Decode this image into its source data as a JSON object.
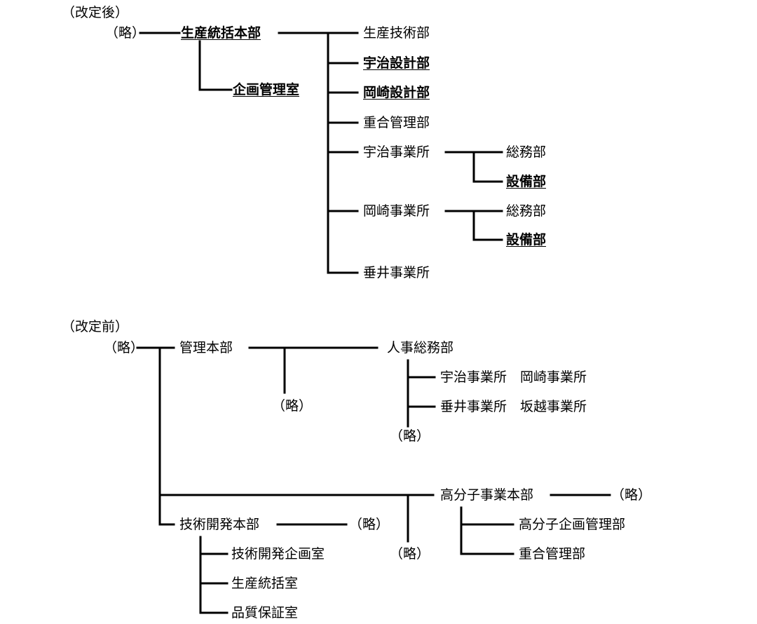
{
  "after": {
    "heading": "（改定後）",
    "omit_left": "（略）",
    "hq": "生産統括本部",
    "planning_office": "企画管理室",
    "production_tech": "生産技術部",
    "uji_design": "宇治設計部",
    "okazaki_design": "岡崎設計部",
    "polymerization_mgmt": "重合管理部",
    "uji_works": "宇治事業所",
    "uji_general_affairs": "総務部",
    "uji_facilities": "設備部",
    "okazaki_works": "岡崎事業所",
    "okazaki_general_affairs": "総務部",
    "okazaki_facilities": "設備部",
    "tarui_works": "垂井事業所"
  },
  "before": {
    "heading": "（改定前）",
    "omit_left": "（略）",
    "mgmt_hq": "管理本部",
    "mgmt_omit": "（略）",
    "hr_ga": "人事総務部",
    "sites_row1": "宇治事業所　岡崎事業所",
    "sites_row2": "垂井事業所　坂越事業所",
    "hr_omit": "（略）",
    "polymer_hq": "高分子事業本部",
    "polymer_omit_right": "（略）",
    "polymer_planning": "高分子企画管理部",
    "polymerization_mgmt": "重合管理部",
    "polymer_omit_below": "（略）",
    "rd_hq": "技術開発本部",
    "rd_omit": "（略）",
    "rd_planning": "技術開発企画室",
    "production_office": "生産統括室",
    "qa_office": "品質保証室"
  }
}
